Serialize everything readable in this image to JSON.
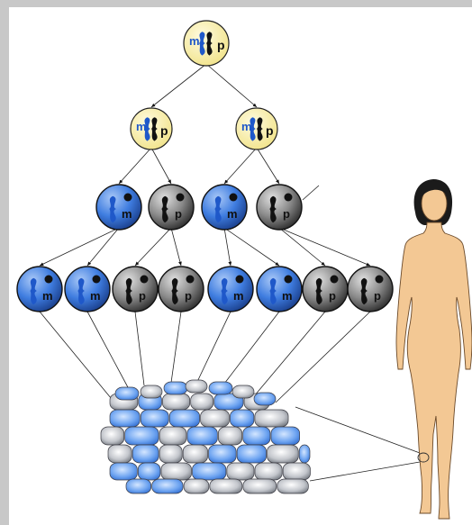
{
  "labels": {
    "maternal": "m",
    "paternal": "p"
  },
  "colors": {
    "zygote_fill": "#f7eea0",
    "maternal_cell": "#2f6fd6",
    "paternal_cell": "#5b5b5b",
    "maternal_chromosome": "#1f58c9",
    "paternal_chromosome": "#111111",
    "skin": "#f3c894",
    "hair": "#1b1b1b",
    "tissue_blue": "#6ea3ee",
    "tissue_gray": "#b9bcc3",
    "background": "#ffffff",
    "margin": "#c8c8c8"
  },
  "diagram": {
    "subject": "X-inactivation mosaic lineage",
    "generations": [
      {
        "cells": [
          {
            "type": "both"
          }
        ]
      },
      {
        "cells": [
          {
            "type": "both"
          },
          {
            "type": "both"
          }
        ]
      },
      {
        "cells": [
          {
            "type": "m"
          },
          {
            "type": "p"
          },
          {
            "type": "m"
          },
          {
            "type": "p"
          }
        ]
      },
      {
        "cells": [
          {
            "type": "m"
          },
          {
            "type": "m"
          },
          {
            "type": "p"
          },
          {
            "type": "p"
          },
          {
            "type": "m"
          },
          {
            "type": "m"
          },
          {
            "type": "p"
          },
          {
            "type": "p"
          }
        ]
      }
    ]
  }
}
